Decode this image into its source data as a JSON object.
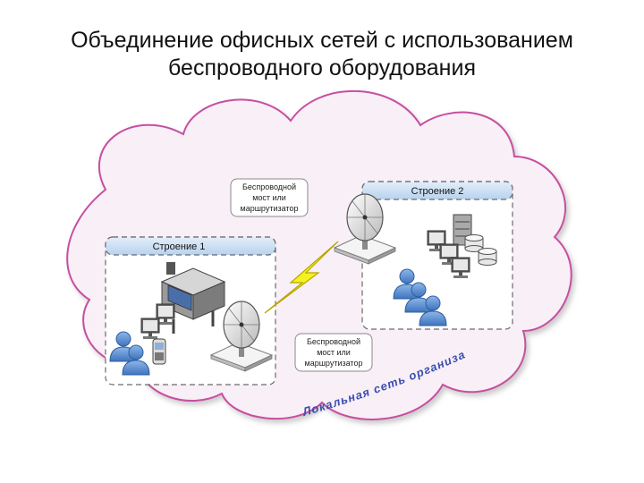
{
  "title": {
    "line1": "Объединение офисных сетей с использованием",
    "line2": "беспроводного оборудования"
  },
  "building1": {
    "label": "Строение 1"
  },
  "building2": {
    "label": "Строение 2"
  },
  "device_top": {
    "line1": "Беспроводной",
    "line2": "мост или",
    "line3": "маршрутизатор"
  },
  "device_bottom": {
    "line1": "Беспроводной",
    "line2": "мост или",
    "line3": "маршрутизатор"
  },
  "cloud_caption": "Локальная сеть организации",
  "colors": {
    "cloud_fill": "#f9eff7",
    "cloud_stroke": "#c64fa0",
    "building_header": "#c9ddf1",
    "building_border": "#6a6a6a",
    "user_blue": "#5b8fd1",
    "lightning": "#f2f21e",
    "caption_blue": "#3a4fb0"
  },
  "icons": [
    "cloud-shape",
    "printer-icon",
    "monitor-icon",
    "user-icon",
    "phone-icon",
    "server-icon",
    "database-icon",
    "satellite-dish-icon",
    "lightning-link-icon"
  ]
}
